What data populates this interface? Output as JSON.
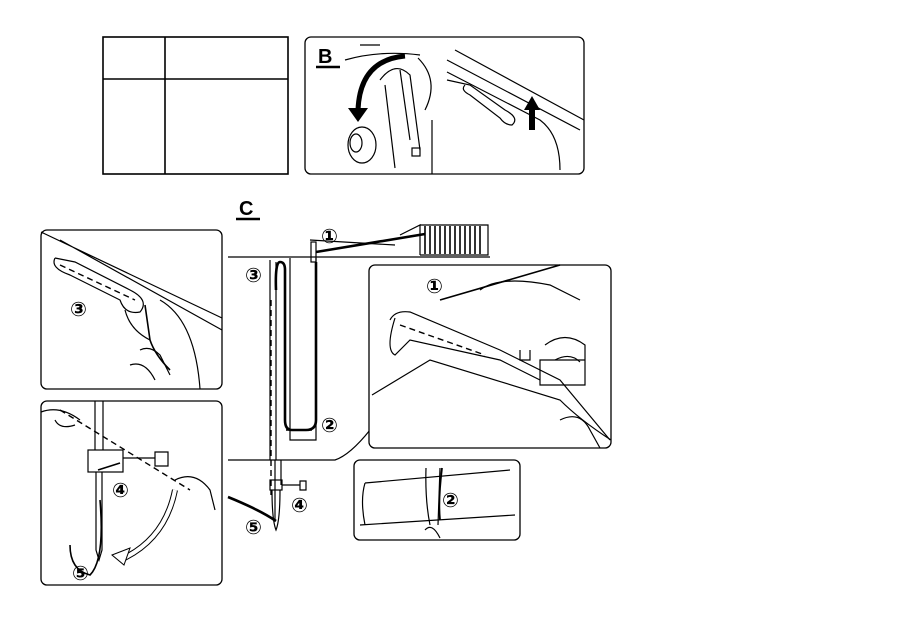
{
  "figure_labels": {
    "b": "B",
    "c": "C"
  },
  "steps": {
    "one": "①",
    "two": "②",
    "three": "③",
    "four": "④",
    "five": "⑤"
  },
  "table": {
    "rows": 2,
    "columns": 2
  }
}
